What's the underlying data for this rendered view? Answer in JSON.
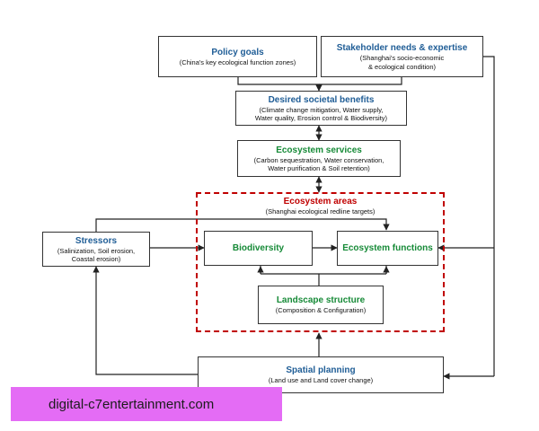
{
  "colors": {
    "title_blue": "#1f5d96",
    "title_green": "#168a37",
    "region_red": "#c00000",
    "banner": "#e46cf5"
  },
  "nodes": {
    "policy": {
      "title": "Policy goals",
      "sub": "(China's key ecological function zones)"
    },
    "stakeholder": {
      "title": "Stakeholder needs & expertise",
      "sub": "(Shanghai's socio-economic\n& ecological condition)"
    },
    "benefits": {
      "title": "Desired societal benefits",
      "sub": "(Climate change mitigation, Water supply,\nWater quality, Erosion control & Biodiversity)"
    },
    "services": {
      "title": "Ecosystem services",
      "sub": "(Carbon sequestration, Water conservation,\nWater purification & Soil retention)"
    },
    "stressors": {
      "title": "Stressors",
      "sub": "(Salinization, Soil erosion,\nCoastal erosion)"
    },
    "biodiversity": {
      "title": "Biodiversity"
    },
    "functions": {
      "title": "Ecosystem functions"
    },
    "landscape": {
      "title": "Landscape structure",
      "sub": "(Composition & Configuration)"
    },
    "planning": {
      "title": "Spatial planning",
      "sub": "(Land use and Land cover change)"
    }
  },
  "region": {
    "title": "Ecosystem areas",
    "sub": "(Shanghai ecological redline targets)"
  },
  "banner": {
    "text": "digital-c7entertainment.com"
  }
}
